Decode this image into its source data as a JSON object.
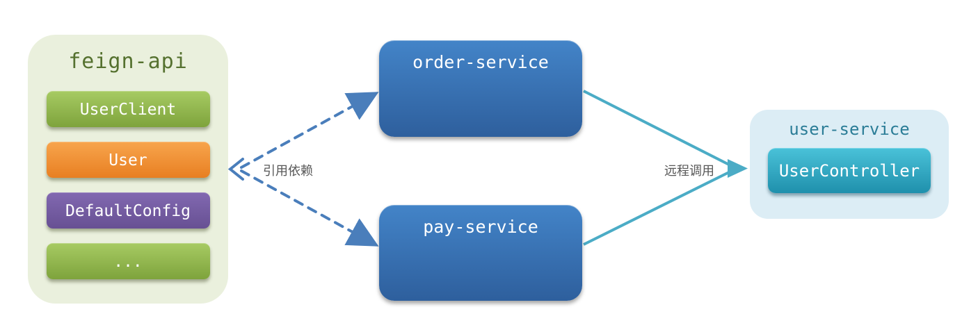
{
  "feign_api": {
    "title": "feign-api",
    "panel_color": "#eaf0dd",
    "title_color": "#55712f",
    "items": [
      {
        "label": "UserClient",
        "color": "#8fb944"
      },
      {
        "label": "User",
        "color": "#ef8d2d"
      },
      {
        "label": "DefaultConfig",
        "color": "#75599f"
      },
      {
        "label": "...",
        "color": "#8fb944"
      }
    ]
  },
  "services": [
    {
      "label": "order-service",
      "color": "#3a74b3"
    },
    {
      "label": "pay-service",
      "color": "#3a74b3"
    }
  ],
  "user_service": {
    "title": "user-service",
    "panel_color": "#dcedf5",
    "title_color": "#2b7d97",
    "item": {
      "label": "UserController",
      "color": "#35a8c2"
    }
  },
  "edges": {
    "dependency": {
      "label": "引用依赖",
      "color": "#4a7ebb",
      "style": "dashed"
    },
    "remote_call": {
      "label": "远程调用",
      "color": "#4bacc6",
      "style": "solid"
    }
  },
  "label_color": "#575757",
  "background": "#ffffff"
}
